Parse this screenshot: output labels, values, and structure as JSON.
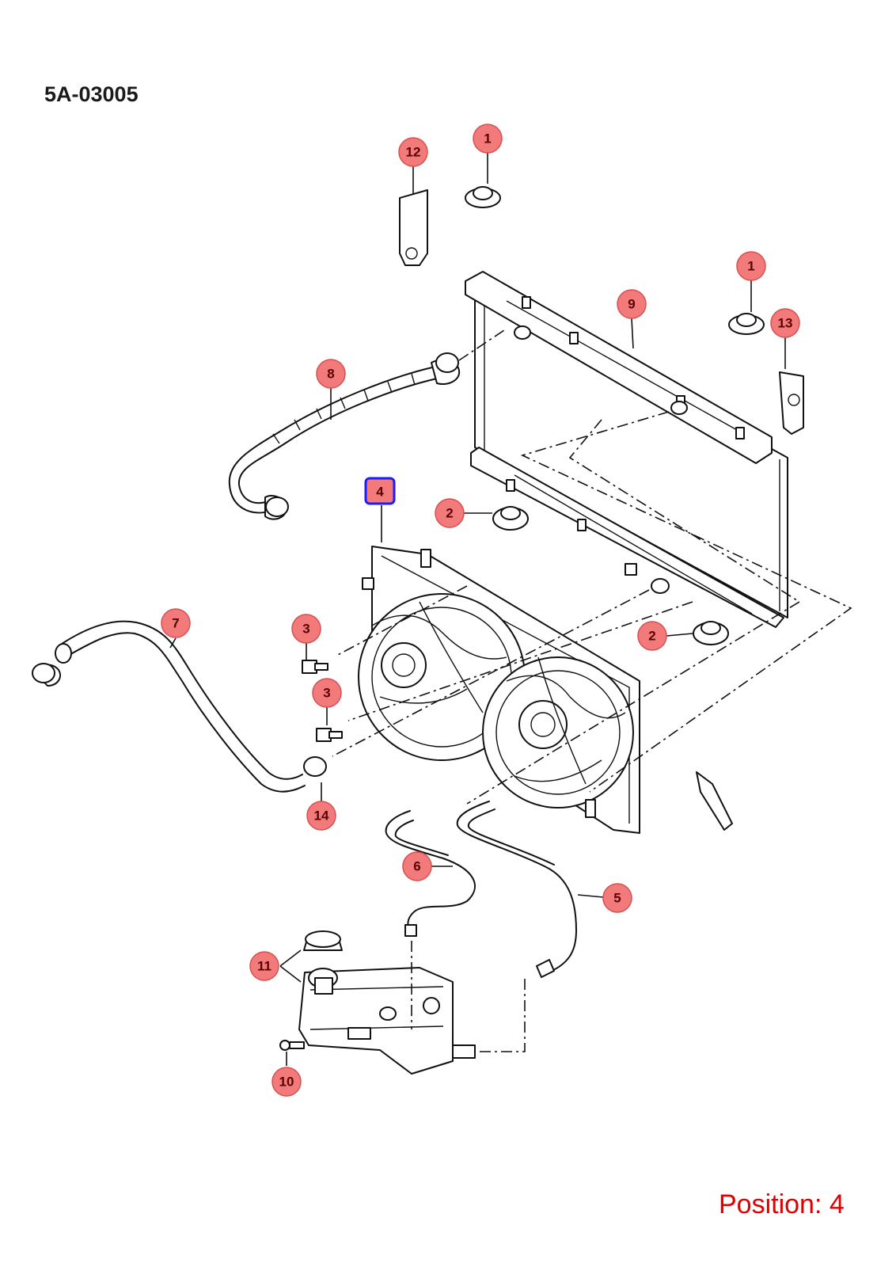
{
  "diagram_code": "5A-03005",
  "position_label": "Position: 4",
  "selected_callout": "4",
  "colors": {
    "callout_fill": "#f27a7a",
    "callout_text": "#5a0000",
    "selection_outline": "#1b1bff",
    "position_text": "#e00000"
  },
  "callouts": [
    {
      "id": "c12",
      "label": "12"
    },
    {
      "id": "c1a",
      "label": "1"
    },
    {
      "id": "c1b",
      "label": "1"
    },
    {
      "id": "c13",
      "label": "13"
    },
    {
      "id": "c9",
      "label": "9"
    },
    {
      "id": "c8",
      "label": "8"
    },
    {
      "id": "c4",
      "label": "4"
    },
    {
      "id": "c2a",
      "label": "2"
    },
    {
      "id": "c2b",
      "label": "2"
    },
    {
      "id": "c7",
      "label": "7"
    },
    {
      "id": "c3a",
      "label": "3"
    },
    {
      "id": "c3b",
      "label": "3"
    },
    {
      "id": "c14",
      "label": "14"
    },
    {
      "id": "c6",
      "label": "6"
    },
    {
      "id": "c5",
      "label": "5"
    },
    {
      "id": "c11",
      "label": "11"
    },
    {
      "id": "c10",
      "label": "10"
    }
  ]
}
